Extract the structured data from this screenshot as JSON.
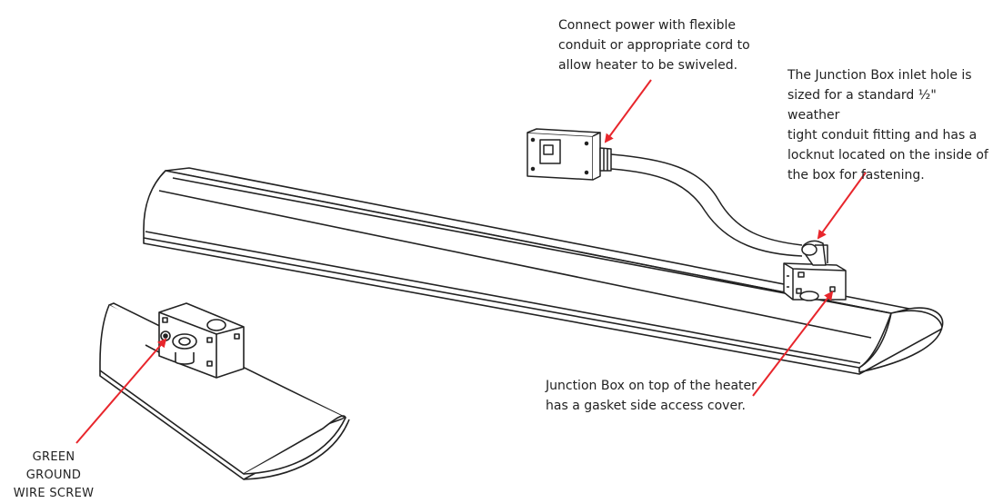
{
  "diagram": {
    "callouts": {
      "power": "Connect power with flexible\nconduit or appropriate cord to\nallow heater to be swiveled.",
      "inlet": "The Junction Box inlet hole is\nsized for a standard ½\" weather\ntight conduit fitting and has a\nlocknut located on the inside of\nthe box for fastening.",
      "top_box": "Junction Box on top of the heater\nhas a gasket side access cover.",
      "ground": "GREEN GROUND\nWIRE SCREW"
    },
    "colors": {
      "line": "#222222",
      "arrow": "#e8262c",
      "background": "#ffffff"
    }
  }
}
